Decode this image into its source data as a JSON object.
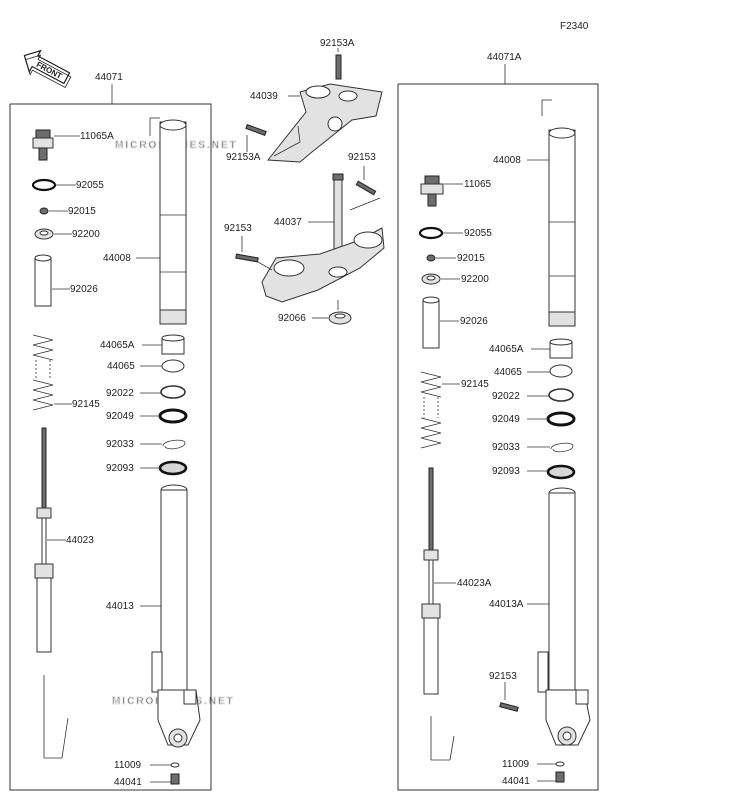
{
  "diagram_code": "F2340",
  "front_label": "FRONT",
  "watermark": "MICROFICHES.NET",
  "left_assembly": {
    "id": "44071",
    "labels": {
      "cap": "11065A",
      "oring": "92055",
      "nut": "92015",
      "washer": "92200",
      "spacer": "92026",
      "spring": "92145",
      "tube": "44008",
      "bush_a": "44065A",
      "bush": "44065",
      "washer_seal": "92022",
      "oil_seal": "92049",
      "ring": "92033",
      "dust_seal": "92093",
      "damper": "44023",
      "outer": "44013",
      "gasket": "11009",
      "bolt": "44041"
    }
  },
  "right_assembly": {
    "id": "44071A",
    "labels": {
      "cap": "11065",
      "oring": "92055",
      "nut": "92015",
      "washer": "92200",
      "spacer": "92026",
      "spring": "92145",
      "tube": "44008",
      "bush_a": "44065A",
      "bush": "44065",
      "washer_seal": "92022",
      "oil_seal": "92049",
      "ring": "92033",
      "dust_seal": "92093",
      "damper": "44023A",
      "outer": "44013A",
      "caliper_bolt": "92153",
      "gasket": "11009",
      "bolt": "44041"
    }
  },
  "center_assembly": {
    "labels": {
      "top_bolt": "92153A",
      "upper_bracket": "44039",
      "upper_bolt": "92153A",
      "stem_bolt": "92153",
      "stem": "44037",
      "lower_bolt": "92153",
      "stem_nut": "92066"
    }
  }
}
